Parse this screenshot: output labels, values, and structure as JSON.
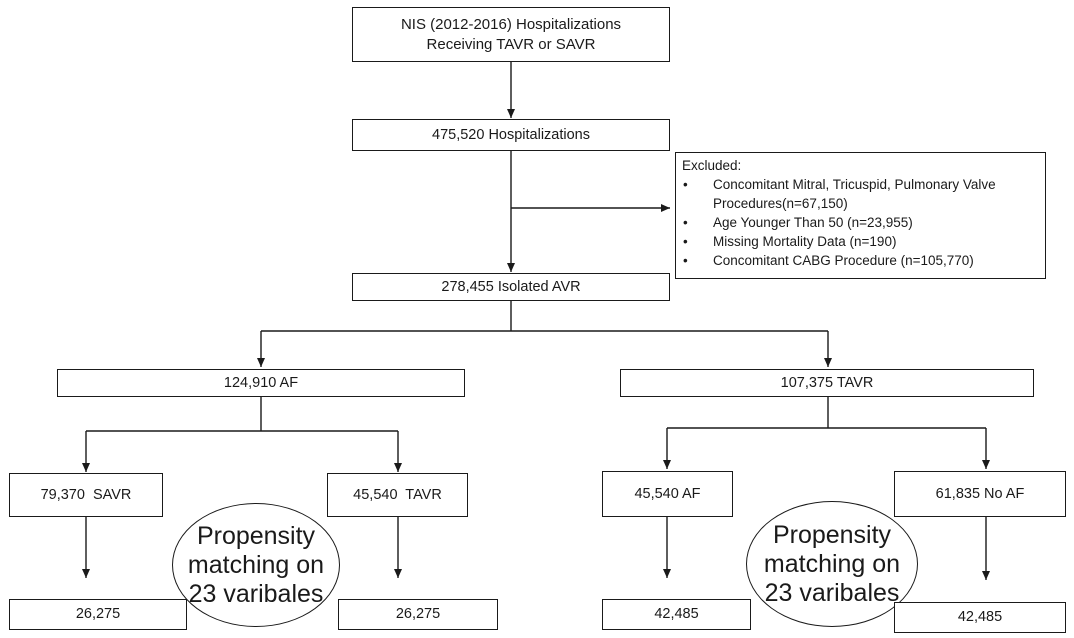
{
  "nodes": {
    "source": {
      "line1": "NIS (2012-2016) Hospitalizations",
      "line2": "Receiving TAVR or SAVR"
    },
    "hospitalizations": "475,520 Hospitalizations",
    "isolated_avr": "278,455 Isolated AVR",
    "af": "124,910 AF",
    "tavr": "107,375 TAVR",
    "af_savr": "79,370  SAVR",
    "af_tavr": "45,540  TAVR",
    "tavr_af": "45,540 AF",
    "tavr_no_af": "61,835 No AF",
    "af_savr_matched": "26,275",
    "af_tavr_matched": "26,275",
    "tavr_af_matched": "42,485",
    "tavr_no_af_matched": "42,485"
  },
  "excluded": {
    "title": "Excluded:",
    "items": [
      {
        "line1": "Concomitant Mitral, Tricuspid, Pulmonary Valve",
        "line2": "Procedures(n=67,150)"
      },
      {
        "line1": "Age Younger Than 50 (n=23,955)"
      },
      {
        "line1": "Missing Mortality Data (n=190)"
      },
      {
        "line1": "Concomitant CABG Procedure (n=105,770)"
      }
    ]
  },
  "matching_note": {
    "line1": "Propensity",
    "line2": "matching on",
    "line3": "23 varibales"
  }
}
